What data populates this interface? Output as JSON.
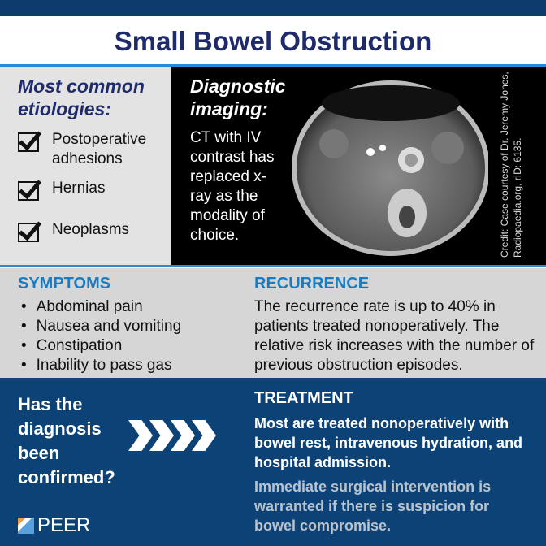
{
  "title": "Small Bowel Obstruction",
  "etiologies": {
    "heading": "Most common etiologies:",
    "items": [
      "Postoperative adhesions",
      "Hernias",
      "Neoplasms"
    ]
  },
  "imaging": {
    "heading": "Diagnostic imaging:",
    "text": "CT with IV contrast has replaced x-ray as the modality of choice.",
    "credit": "Credit: Case courtesy of Dr. Jeremy Jones, Radiopaedia.org, rID: 6135."
  },
  "symptoms": {
    "heading": "SYMPTOMS",
    "items": [
      "Abdominal pain",
      "Nausea and vomiting",
      "Constipation",
      "Inability to pass gas"
    ]
  },
  "recurrence": {
    "heading": "RECURRENCE",
    "text": "The recurrence rate is up to 40% in patients treated nonoperatively. The relative risk increases with the number of previous obstruction episodes."
  },
  "question": "Has the diagnosis been confirmed?",
  "treatment": {
    "heading": "TREATMENT",
    "primary": "Most are treated nonoperatively with bowel rest, intravenous hydration, and hospital admission.",
    "secondary": "Immediate surgical intervention is warranted if there is suspicion for bowel compromise."
  },
  "logo": "PEER"
}
